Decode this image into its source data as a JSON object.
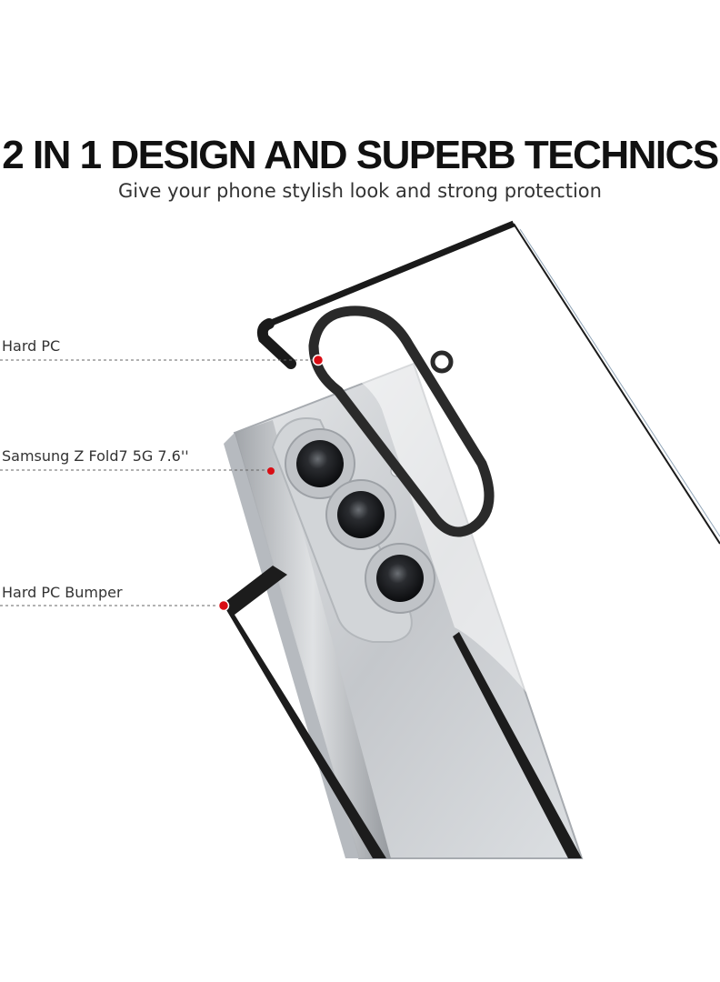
{
  "header": {
    "title": "2 IN 1 DESIGN AND SUPERB TECHNICS",
    "subtitle": "Give your phone stylish look and strong protection"
  },
  "callouts": [
    {
      "label": "Hard PC"
    },
    {
      "label": "Samsung Z Fold7 5G 7.6''"
    },
    {
      "label": "Hard PC Bumper"
    }
  ],
  "colors": {
    "case_frame": "#1a1a1a",
    "phone_silver": "#c9ccd0",
    "marker": "#d90d14",
    "leader_line": "#666666"
  }
}
